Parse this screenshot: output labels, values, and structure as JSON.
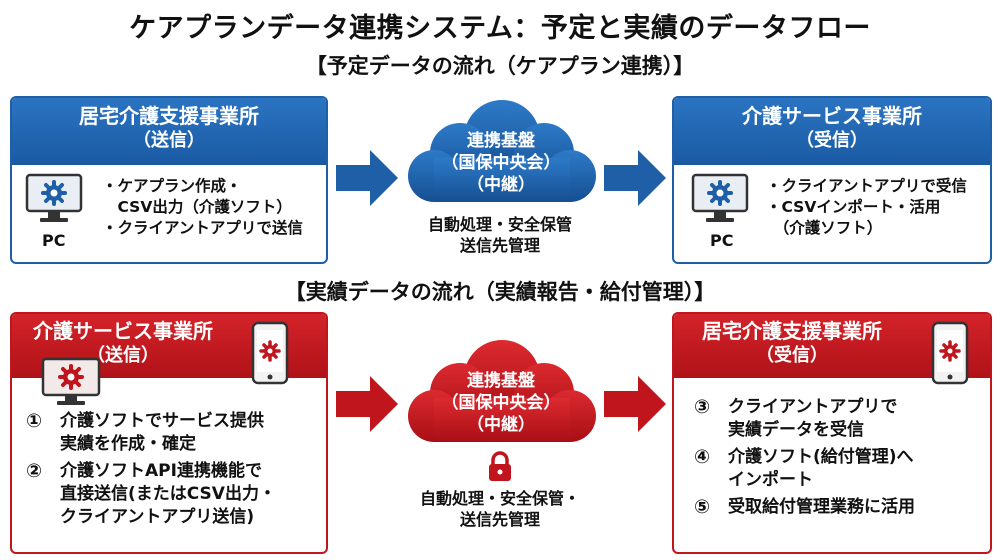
{
  "title": "ケアプランデータ連携システム：予定と実績のデータフロー",
  "plan_section": {
    "heading": "【予定データの流れ（ケアプラン連携）】",
    "sender": {
      "title": "居宅介護支援事業所",
      "role": "（送信）",
      "device_label": "PC",
      "items": [
        "・ケアプラン作成・",
        "　CSV出力（介護ソフト）",
        "・クライアントアプリで送信"
      ]
    },
    "hub": {
      "line1": "連携基盤",
      "line2": "（国保中央会）",
      "line3": "（中継）",
      "caption1": "自動処理・安全保管",
      "caption2": "送信先管理"
    },
    "receiver": {
      "title": "介護サービス事業所",
      "role": "（受信）",
      "device_label": "PC",
      "items": [
        "・クライアントアプリで受信",
        "・CSVインポート・活用",
        "　（介護ソフト）"
      ]
    }
  },
  "actual_section": {
    "heading": "【実績データの流れ（実績報告・給付管理）】",
    "sender": {
      "title": "介護サービス事業所",
      "role": "（送信）",
      "steps": [
        {
          "num": "①",
          "text": "介護ソフトでサービス提供\n実績を作成・確定"
        },
        {
          "num": "②",
          "text": "介護ソフトAPI連携機能で\n直接送信(またはCSV出力・\nクライアントアプリ送信)"
        }
      ]
    },
    "hub": {
      "line1": "連携基盤",
      "line2": "（国保中央会）",
      "line3": "（中継）",
      "caption1": "自動処理・安全保管・",
      "caption2": "送信先管理"
    },
    "receiver": {
      "title": "居宅介護支援事業所",
      "role": "（受信）",
      "steps": [
        {
          "num": "③",
          "text": "クライアントアプリで\n実績データを受信"
        },
        {
          "num": "④",
          "text": "介護ソフト(給付管理)へ\nインポート"
        },
        {
          "num": "⑤",
          "text": "受取給付管理業務に活用"
        }
      ]
    }
  },
  "colors": {
    "blue": "#1f5fa8",
    "red": "#c0151c"
  },
  "icons": [
    "monitor-gear-icon",
    "smartphone-gear-icon",
    "cloud-icon",
    "lock-icon",
    "arrow-right-icon"
  ]
}
